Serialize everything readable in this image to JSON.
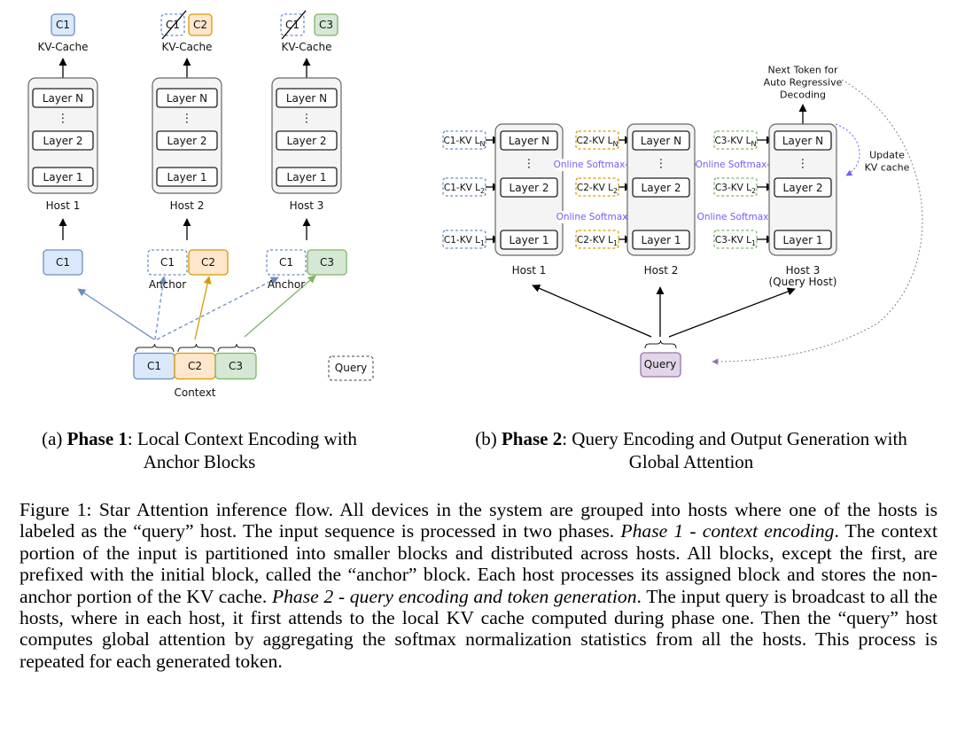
{
  "diagram": {
    "chunks": {
      "c1": "C1",
      "c2": "C2",
      "c3": "C3"
    },
    "kv_cache_label": "KV-Cache",
    "layers": {
      "n": "Layer N",
      "two": "Layer 2",
      "one": "Layer 1",
      "ellipsis": "⋮"
    },
    "hosts": {
      "h1": "Host 1",
      "h2": "Host 2",
      "h3": "Host 3"
    },
    "anchor_label": "Anchor",
    "context_label": "Context",
    "query_label": "Query",
    "query_host_label": "(Query Host)",
    "next_token": [
      "Next Token for",
      "Auto Regressive",
      "Decoding"
    ],
    "update_kv": [
      "Update",
      "KV cache"
    ],
    "online_softmax": "Online Softmax",
    "kv": {
      "c1": {
        "prefix": "C1-KV L",
        "subs": [
          "N",
          "2",
          "1"
        ]
      },
      "c2": {
        "prefix": "C2-KV L",
        "subs": [
          "N",
          "2",
          "1"
        ]
      },
      "c3": {
        "prefix": "C3-KV L",
        "subs": [
          "N",
          "2",
          "1"
        ]
      }
    },
    "colors": {
      "c1_fill": "#dae8fc",
      "c1_stroke": "#6c8ebf",
      "c2_fill": "#ffe6cc",
      "c2_stroke": "#d79b00",
      "c3_fill": "#d5e8d4",
      "c3_stroke": "#82b366",
      "query_fill": "#e1d5e7",
      "query_stroke": "#9673a6",
      "softmax": "#7a5af8"
    }
  },
  "subcaption_a": {
    "prefix": "(a) ",
    "bold": "Phase 1",
    "rest_line1": ": Local Context Encoding with",
    "line2": "Anchor Blocks"
  },
  "subcaption_b": {
    "prefix": "(b) ",
    "bold": "Phase 2",
    "rest_line1": ": Query Encoding and Output Generation with",
    "line2": "Global Attention"
  },
  "caption": {
    "s1": "Figure 1: Star Attention inference flow. All devices in the system are grouped into hosts where one of the hosts is labeled as the “query” host. The input sequence is processed in two phases. ",
    "i1": "Phase 1 - context encoding",
    "s2": ". The context portion of the input is partitioned into smaller blocks and distributed across hosts. All blocks, except the first, are prefixed with the initial block, called the “anchor” block. Each host processes its assigned block and stores the non-anchor portion of the KV cache. ",
    "i2": "Phase 2 - query encoding and token generation",
    "s3": ". The input query is broadcast to all the hosts, where in each host, it first attends to the local KV cache computed during phase one. Then the “query” host computes global attention by aggregating the softmax normalization statistics from all the hosts. This process is repeated for each generated token."
  }
}
